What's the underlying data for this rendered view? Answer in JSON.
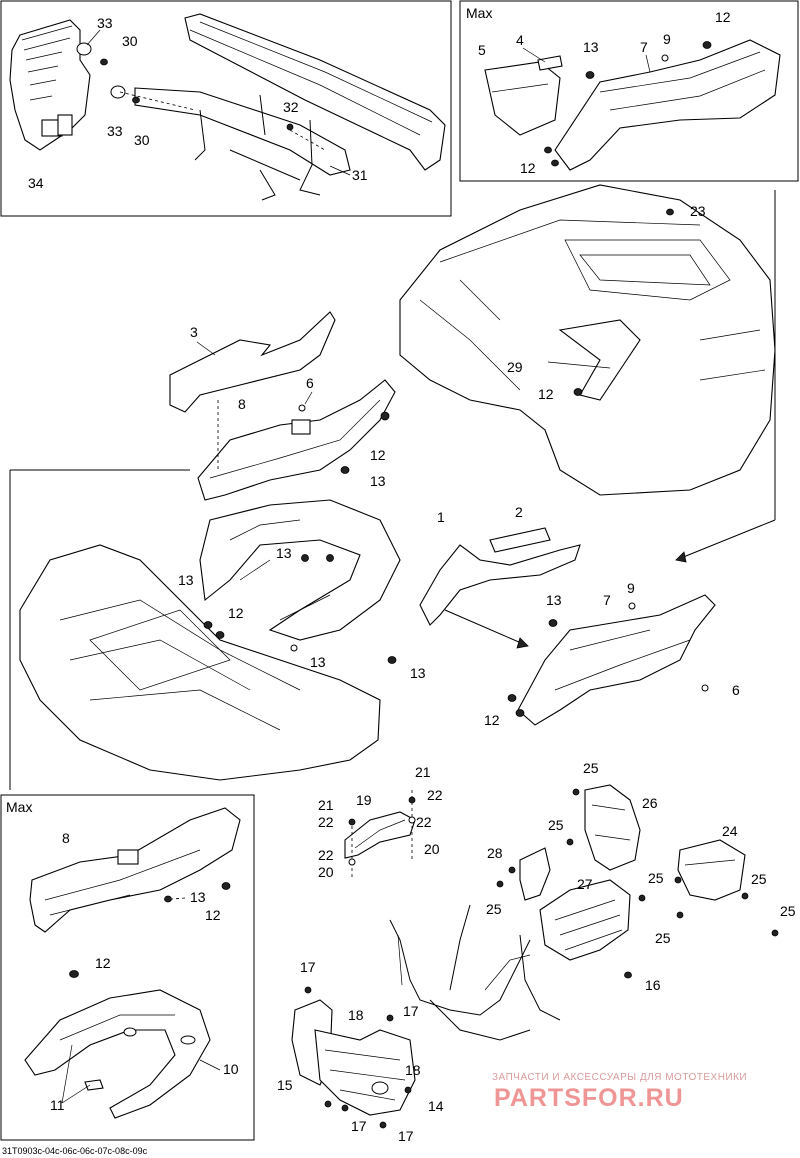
{
  "diagram": {
    "boxes": {
      "top_right_label": "Max",
      "bottom_left_label": "Max"
    },
    "callouts": {
      "c34": "34",
      "c33a": "33",
      "c30a": "30",
      "c33b": "33",
      "c30b": "30",
      "c32": "32",
      "c31": "31",
      "c5": "5",
      "c4": "4",
      "c13a": "13",
      "c7a": "7",
      "c9a": "9",
      "c12a": "12",
      "c12b": "12",
      "c23": "23",
      "c3": "3",
      "c6a": "6",
      "c8a": "8",
      "c12c": "12",
      "c13b": "13",
      "c29": "29",
      "c12d": "12",
      "c1": "1",
      "c2": "2",
      "c13c": "13",
      "c13d": "13",
      "c12e": "12",
      "c13e": "13",
      "c13f": "13",
      "c13g": "13",
      "c7b": "7",
      "c9b": "9",
      "c6b": "6",
      "c12f": "12",
      "c8b": "8",
      "c13h": "13",
      "c12g": "12",
      "c12h": "12",
      "c10": "10",
      "c11": "11",
      "c21a": "21",
      "c19": "19",
      "c22a": "22",
      "c21b": "21",
      "c22b": "22",
      "c22c": "22",
      "c22d": "22",
      "c20a": "20",
      "c20b": "20",
      "c25a": "25",
      "c26": "26",
      "c25b": "25",
      "c24": "24",
      "c28": "28",
      "c27": "27",
      "c25c": "25",
      "c25d": "25",
      "c25e": "25",
      "c25f": "25",
      "c25g": "25",
      "c16": "16",
      "c17a": "17",
      "c18a": "18",
      "c17b": "17",
      "c18b": "18",
      "c15": "15",
      "c17c": "17",
      "c14": "14",
      "c17d": "17"
    },
    "figure_code": "31T0903c-04c-06c-06c-07c-08c-09c"
  },
  "watermark": {
    "tagline": "ЗАПЧАСТИ И АКСЕССУАРЫ ДЛЯ МОТОТЕХНИКИ",
    "brand": "PARTSFOR.RU"
  }
}
